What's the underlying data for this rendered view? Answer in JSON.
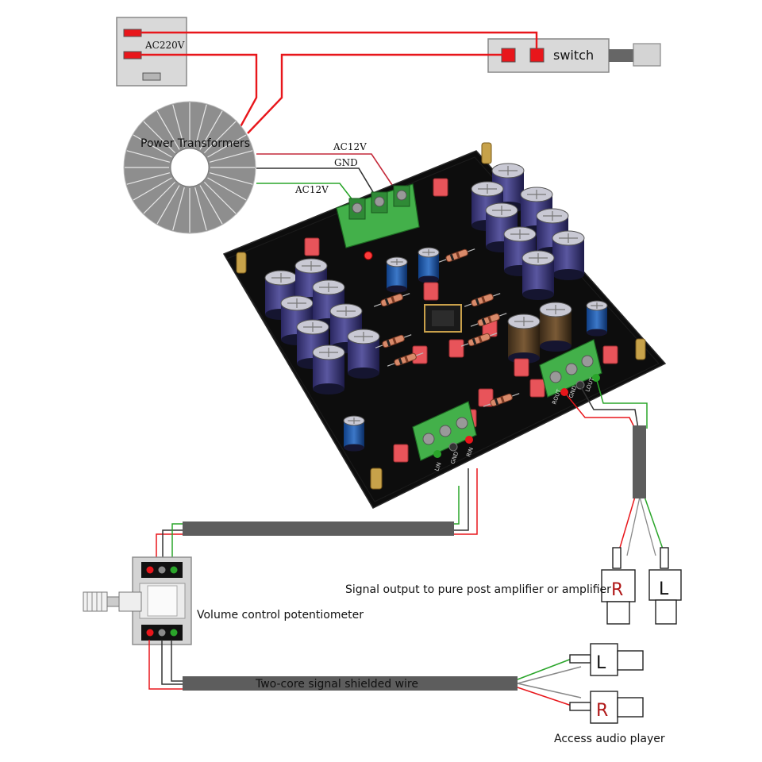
{
  "labels": {
    "ac220v": "AC220V",
    "switch": "switch",
    "power_transformers": "Power Transformers",
    "ac12v_top": "AC12V",
    "gnd": "GND",
    "ac12v_bottom": "AC12V",
    "signal_output": "Signal output to pure post amplifier or amplifier",
    "volume_control": "Volume control potentiometer",
    "shielded_wire": "Two-core signal shielded wire",
    "access_audio_player": "Access audio player",
    "out_r": "R",
    "out_l": "L",
    "in_l": "L",
    "in_r": "R",
    "pcb_output_pins": [
      "ROUT",
      "GND",
      "LOUT"
    ],
    "pcb_input_pins": [
      "LIN",
      "GND",
      "RIN"
    ]
  },
  "colors": {
    "wire_red": "#e8161b",
    "wire_green": "#2aa52a",
    "wire_black": "#333333",
    "cable_gray": "#5d5d5d",
    "pcb": "#0d0d0d",
    "terminal": "#43b04a",
    "capacitor": "#3d3a7a",
    "box_gray": "#d9d9d9"
  }
}
